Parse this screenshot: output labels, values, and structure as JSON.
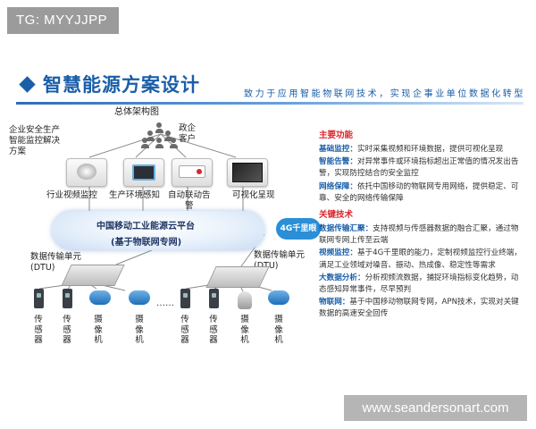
{
  "tag": "TG: MYYJJPP",
  "header": {
    "title": "智慧能源方案设计",
    "slogan": "致力于应用智能物联网技术，实现企事业单位数据化转型"
  },
  "diagram": {
    "arch_title": "总体架构图",
    "enterprise": [
      "企业安全生产",
      "智能监控解决",
      "方案"
    ],
    "gov": [
      "政企",
      "客户"
    ],
    "devices": [
      "行业视频监控",
      "生产环境感知",
      "自动联动告",
      "警",
      "可视化呈现"
    ],
    "cloud": {
      "line1": "中国移动工业能源云平台",
      "line2": "(基于物联网专网)"
    },
    "badge": "4G千里眼",
    "dtu_left": [
      "数据传输单元",
      "(DTU)"
    ],
    "dtu_right": [
      "数据传输单元",
      "(DTU)"
    ],
    "endpoints": [
      "传感器",
      "传感器",
      "摄像机",
      "摄像机",
      "传感器",
      "传感器",
      "摄像机",
      "摄像机"
    ],
    "ellipsis": "……"
  },
  "functions": {
    "heading": "主要功能",
    "items": [
      {
        "k": "基础监控：",
        "v": "实时采集视频和环境数据，提供可视化呈现"
      },
      {
        "k": "智能告警：",
        "v": "对异常事件或环境指标超出正常值的情况发出告警，实现防控结合的安全监控"
      },
      {
        "k": "网络保障：",
        "v": "依托中国移动的物联网专用网络，提供稳定、可靠、安全的网络传输保障"
      }
    ]
  },
  "tech": {
    "heading": "关键技术",
    "items": [
      {
        "k": "数据传输汇聚：",
        "v": "支持视频与传感器数据的融合汇聚，通过物联网专网上传至云端"
      },
      {
        "k": "视频监控：",
        "v": "基于4G千里眼的能力，定制视频监控行业终端，满足工业领域对噪音、振动、热成像、稳定性等需求"
      },
      {
        "k": "大数据分析：",
        "v": "分析视频流数据，捕捉环境指标变化趋势，动态感知异常事件，尽早预判"
      },
      {
        "k": "物联网：",
        "v": "基于中国移动物联网专网，APN技术，实现对关键数据的高速安全回传"
      }
    ]
  },
  "watermark": "www.seandersonart.com",
  "colors": {
    "accent": "#1a5ea8",
    "heading_red": "#d8262c",
    "badge_blue": "#2a8fd6"
  }
}
